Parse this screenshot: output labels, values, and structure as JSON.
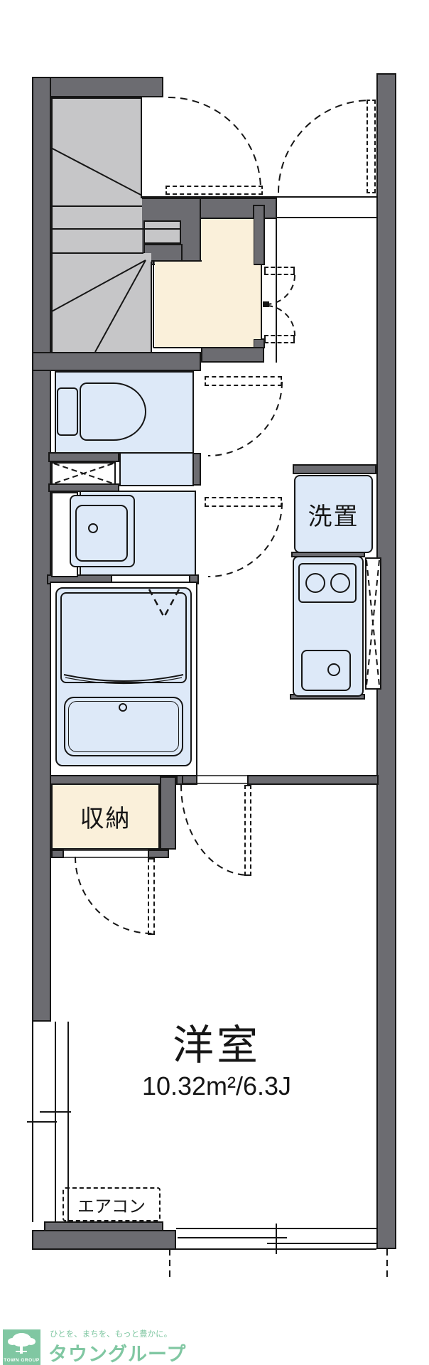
{
  "floorplan": {
    "labels": {
      "washer": "洗置",
      "storage": "収納",
      "main_room_name": "洋室",
      "main_room_area": "10.32m²/6.3J",
      "aircon": "エアコン"
    },
    "footer": {
      "tagline": "ひとを、まちを、もっと豊かに。",
      "brand": "タウングループ",
      "logo_text": "TOWN GROUP"
    },
    "colors": {
      "wall": "#6c6c71",
      "stairs": "#c6c6c8",
      "water": "#dde9f8",
      "closet": "#faf0da",
      "line": "#161616",
      "brand_green": "#80c7a2"
    }
  }
}
